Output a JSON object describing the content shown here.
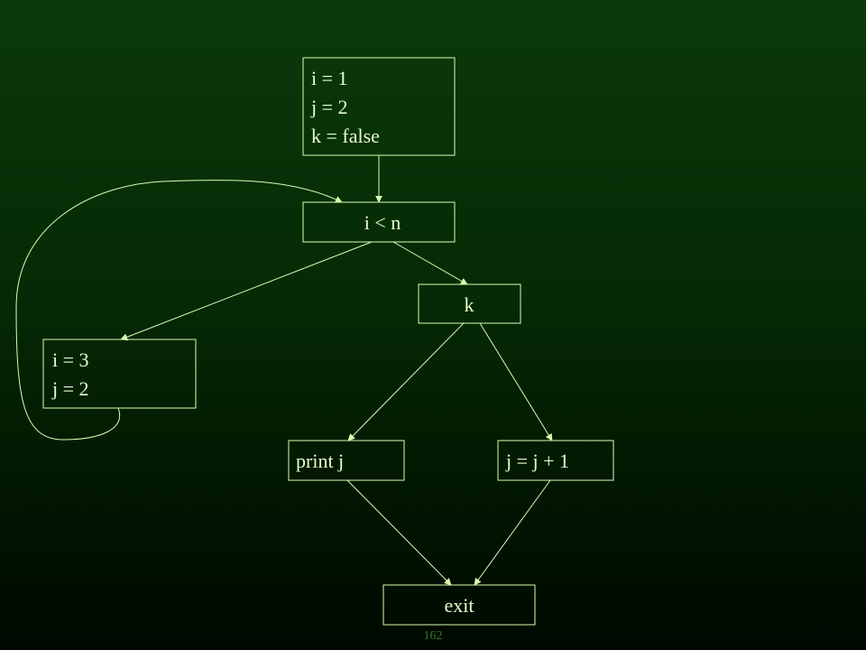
{
  "nodes": {
    "entry": {
      "lines": [
        "i = 1",
        "j = 2",
        "k = false"
      ]
    },
    "cond": {
      "label": "i < n"
    },
    "k": {
      "label": "k"
    },
    "assign": {
      "lines": [
        "i = 3",
        "j = 2"
      ]
    },
    "print": {
      "label": "print j"
    },
    "incr": {
      "label": "j = j + 1"
    },
    "exit": {
      "label": "exit"
    }
  },
  "footer": {
    "page": "162"
  },
  "colors": {
    "stroke": "#d8ffb0",
    "text": "#e6ffc8",
    "page_number": "#2f7a2f"
  }
}
